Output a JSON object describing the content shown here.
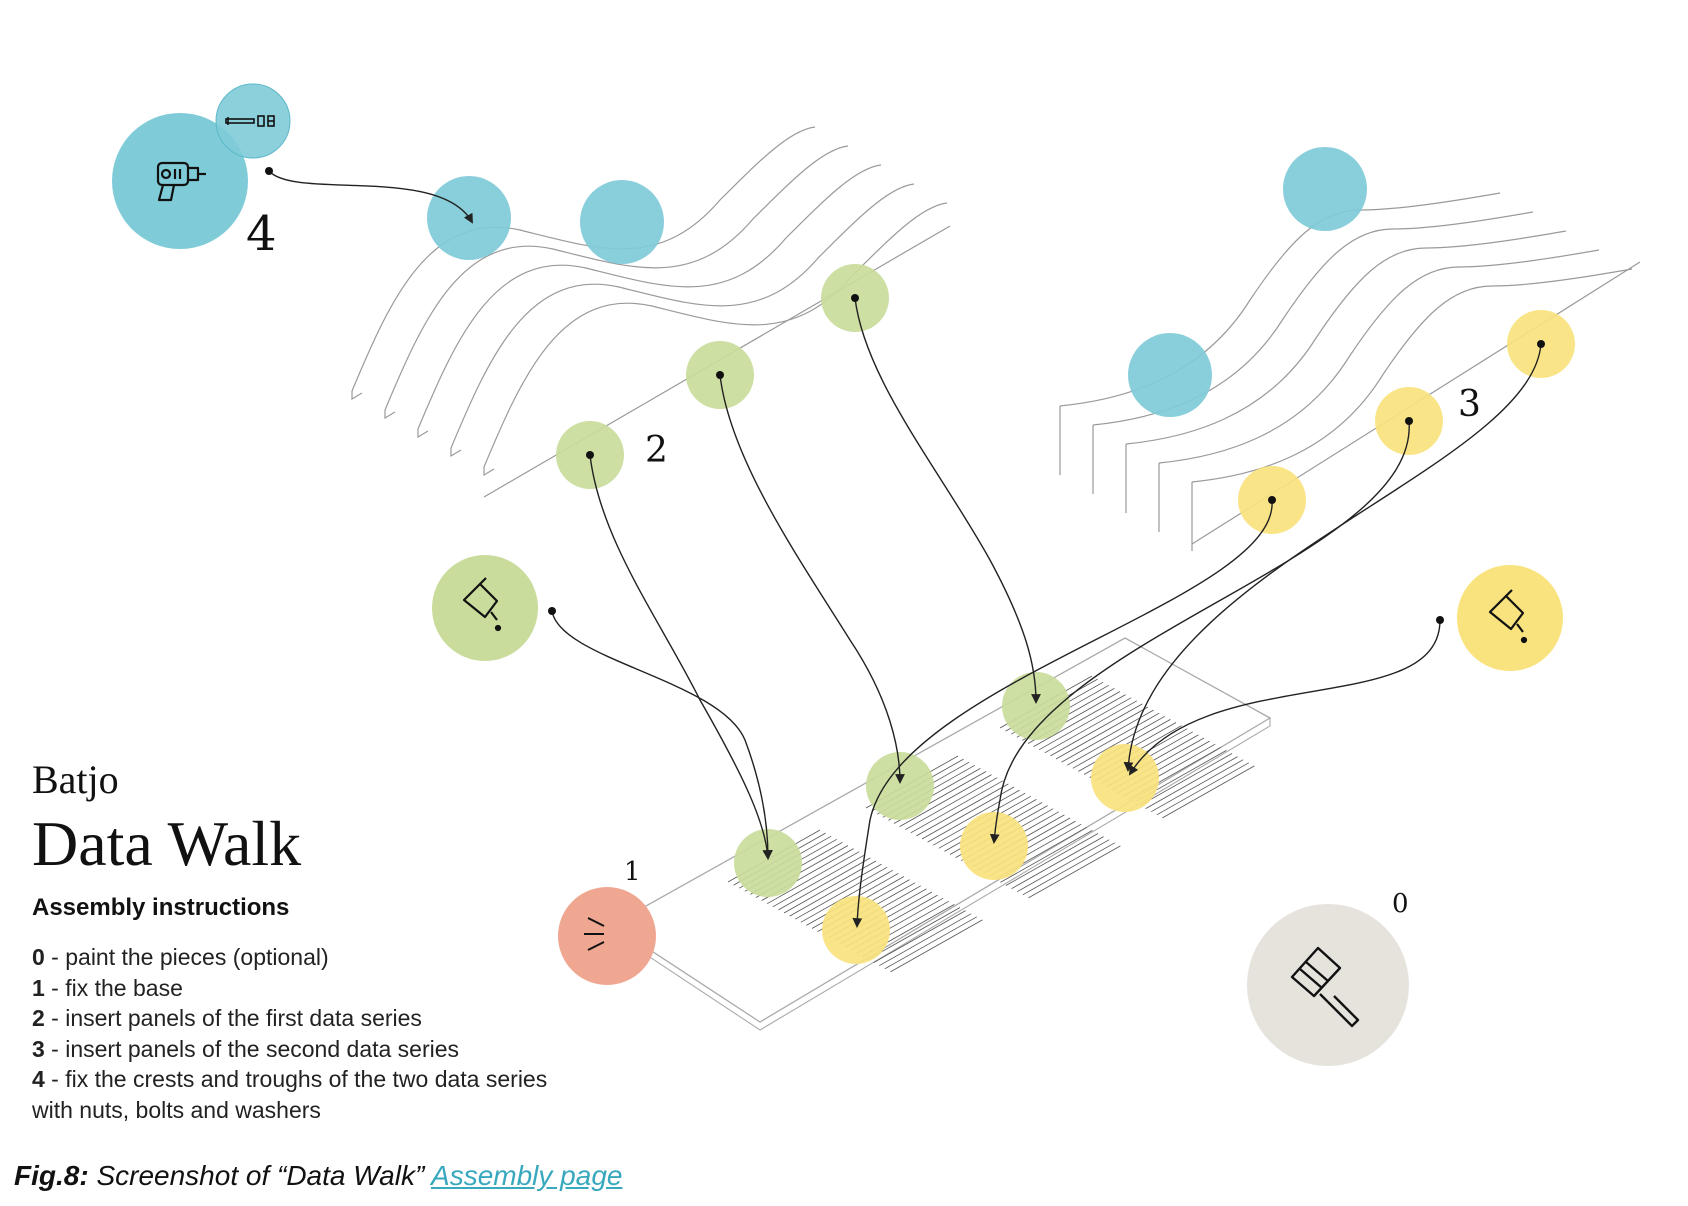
{
  "legend": {
    "brand": "Batjo",
    "title": "Data Walk",
    "subtitle": "Assembly instructions",
    "steps": [
      {
        "num": "0",
        "text": " - paint the pieces (optional)"
      },
      {
        "num": "1",
        "text": " - fix the base"
      },
      {
        "num": "2",
        "text": " - insert panels of the first data series"
      },
      {
        "num": "3",
        "text": " - insert panels of the second data series"
      },
      {
        "num": "4",
        "text": " - fix the crests and troughs of the two data series with nuts, bolts and washers"
      }
    ]
  },
  "diagram": {
    "step_labels": {
      "s0": "0",
      "s1": "1",
      "s2": "2",
      "s3": "3",
      "s4": "4"
    },
    "colors": {
      "blue": "#7fcbd8",
      "green": "#c9dc9b",
      "yellow": "#f9e37e",
      "salmon": "#f0a792",
      "grey": "#e6e3dd",
      "line": "#222222",
      "panel": "#9a9a9a"
    },
    "icons": [
      "drill-icon",
      "bolt-nut-washer-icon",
      "paint-bucket-icon",
      "paint-brush-icon",
      "base-marker-icon"
    ]
  },
  "caption": {
    "fig": "Fig.8:",
    "text": " Screenshot of “Data Walk” ",
    "link": "Assembly page"
  }
}
